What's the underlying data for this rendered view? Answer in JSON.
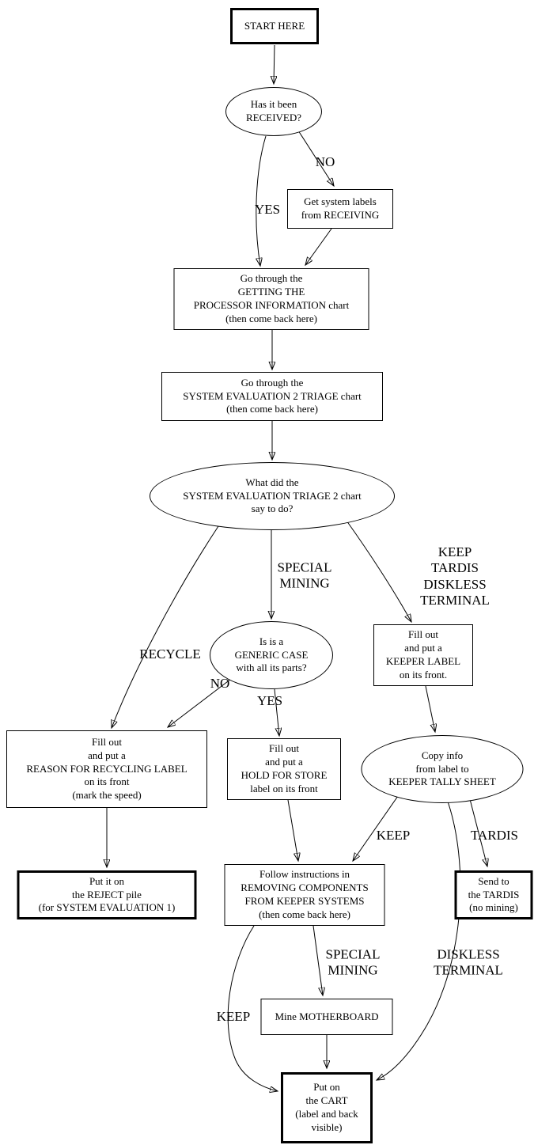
{
  "diagram": {
    "background": "#ffffff",
    "line_color": "#000000",
    "nodes": {
      "start": {
        "label": "START HERE",
        "shape": "rect-bold"
      },
      "received": {
        "label": "Has it been\nRECEIVED?",
        "shape": "ellipse"
      },
      "get_labels": {
        "label": "Get system labels\nfrom RECEIVING",
        "shape": "rect"
      },
      "processor_chart": {
        "label": "Go through the\nGETTING THE\nPROCESSOR INFORMATION chart\n(then come back here)",
        "shape": "rect"
      },
      "triage_chart": {
        "label": "Go through the\nSYSTEM EVALUATION 2 TRIAGE chart\n(then come back here)",
        "shape": "rect"
      },
      "triage_result": {
        "label": "What did the\nSYSTEM EVALUATION TRIAGE 2 chart\nsay to do?",
        "shape": "ellipse"
      },
      "generic_case": {
        "label": "Is is a\nGENERIC CASE\nwith all its parts?",
        "shape": "ellipse"
      },
      "keeper_label": {
        "label": "Fill out\nand put a\nKEEPER LABEL\non its front.",
        "shape": "rect"
      },
      "recycling_label": {
        "label": "Fill out\nand put a\nREASON FOR RECYCLING LABEL\non its front\n(mark the speed)",
        "shape": "rect"
      },
      "hold_store": {
        "label": "Fill out\nand put a\nHOLD FOR STORE\nlabel on its front",
        "shape": "rect"
      },
      "tally_sheet": {
        "label": "Copy info\nfrom label to\nKEEPER TALLY SHEET",
        "shape": "ellipse"
      },
      "reject_pile": {
        "label": "Put it on\nthe REJECT pile\n(for SYSTEM EVALUATION 1)",
        "shape": "rect-bold"
      },
      "removing_components": {
        "label": "Follow instructions in\nREMOVING COMPONENTS\nFROM KEEPER SYSTEMS\n(then come back here)",
        "shape": "rect"
      },
      "send_tardis": {
        "label": "Send to\nthe TARDIS\n(no mining)",
        "shape": "rect-bold"
      },
      "mine_motherboard": {
        "label": "Mine MOTHERBOARD",
        "shape": "rect"
      },
      "cart": {
        "label": "Put on\nthe CART\n(label and back\nvisible)",
        "shape": "rect-bold"
      }
    },
    "edge_labels": {
      "received_no": {
        "label": "NO"
      },
      "received_yes": {
        "label": "YES"
      },
      "special_mining_top": {
        "label": "SPECIAL\nMINING"
      },
      "keep_tardis_diskless": {
        "label": "KEEP\nTARDIS\nDISKLESS TERMINAL"
      },
      "recycle": {
        "label": "RECYCLE"
      },
      "generic_no": {
        "label": "NO"
      },
      "generic_yes": {
        "label": "YES"
      },
      "tally_keep": {
        "label": "KEEP"
      },
      "tally_tardis": {
        "label": "TARDIS"
      },
      "special_mining_bottom": {
        "label": "SPECIAL\nMINING"
      },
      "diskless_terminal": {
        "label": "DISKLESS\nTERMINAL"
      },
      "keep_bottom": {
        "label": "KEEP"
      }
    }
  }
}
